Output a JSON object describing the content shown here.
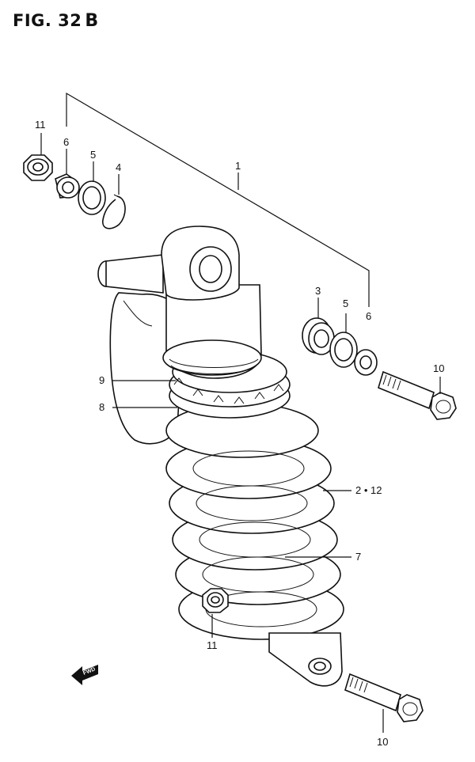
{
  "figure": {
    "title": "FIG. 32",
    "suffix": "B"
  },
  "callouts": {
    "c1": "1",
    "c2_12": "2 • 12",
    "c3": "3",
    "c4": "4",
    "c5_top": "5",
    "c5_right": "5",
    "c6_top": "6",
    "c6_right": "6",
    "c7": "7",
    "c8": "8",
    "c9": "9",
    "c10_right": "10",
    "c10_bottom": "10",
    "c11_top": "11",
    "c11_bottom": "11"
  },
  "fwd_label": "FWD"
}
